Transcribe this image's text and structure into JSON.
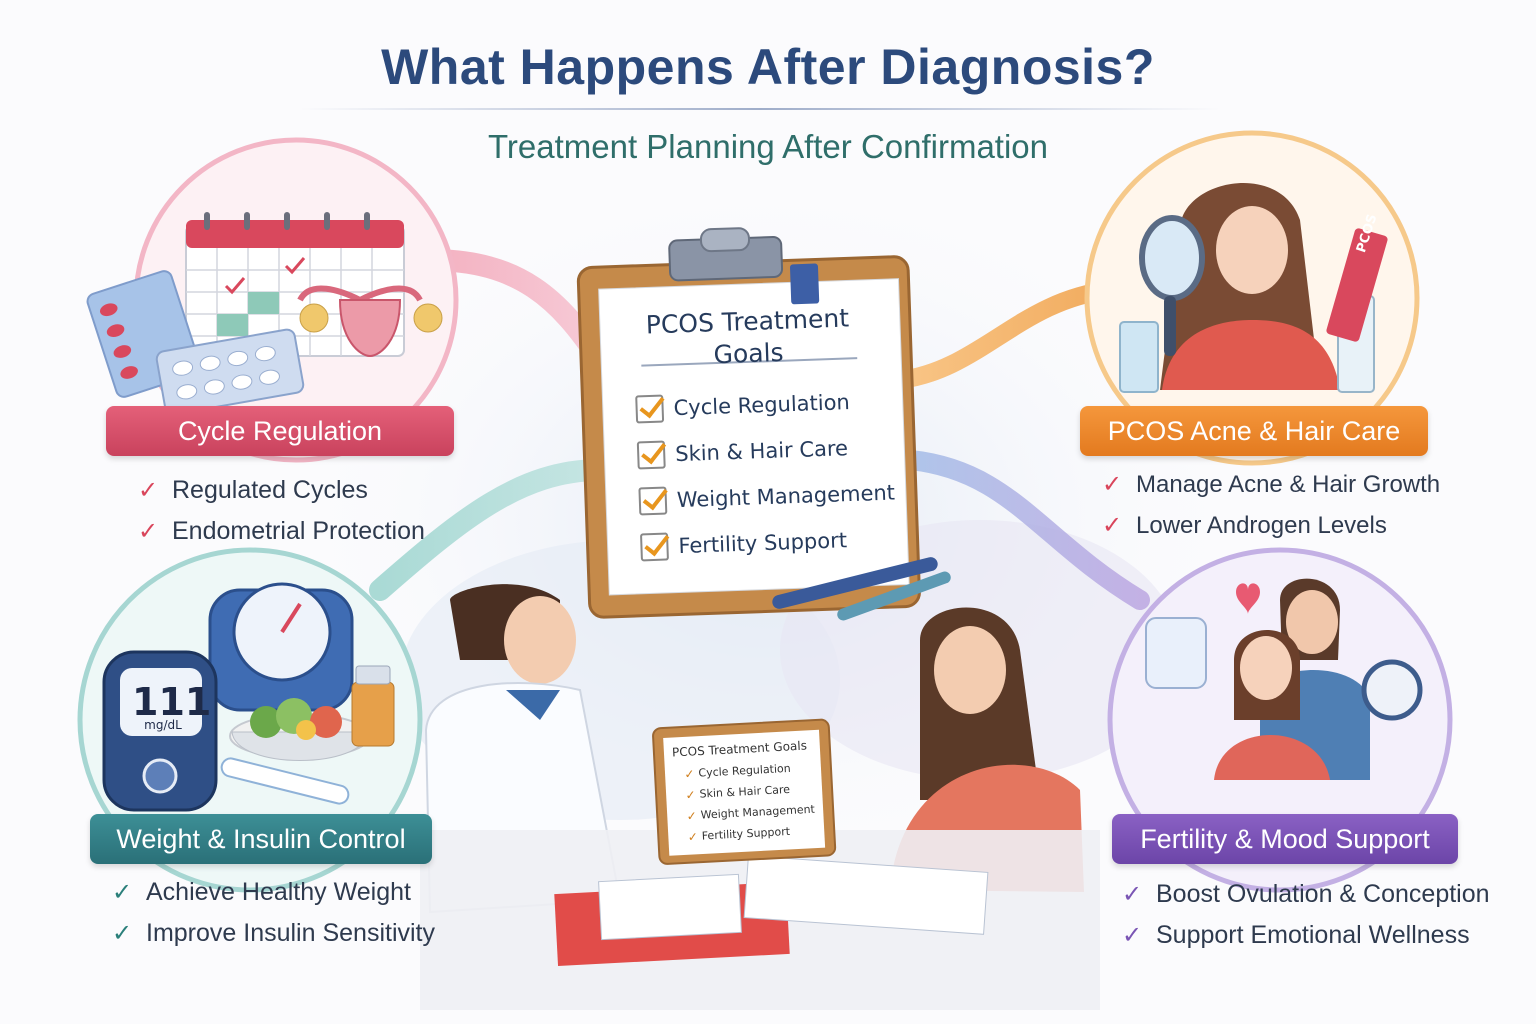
{
  "header": {
    "title": "What Happens After Diagnosis?",
    "subtitle": "Treatment Planning After Confirmation"
  },
  "clipboard": {
    "title_line1": "PCOS Treatment",
    "title_line2": "Goals",
    "items": [
      "Cycle Regulation",
      "Skin & Hair Care",
      "Weight Management",
      "Fertility Support"
    ]
  },
  "cycle": {
    "label": "Cycle Regulation",
    "points": [
      "Regulated Cycles",
      "Endometrial Protection"
    ]
  },
  "skin": {
    "label": "PCOS Acne & Hair Care",
    "points": [
      "Manage Acne & Hair Growth",
      "Lower Androgen Levels"
    ],
    "tube_text": "PCOS"
  },
  "weight": {
    "label": "Weight & Insulin Control",
    "points": [
      "Achieve Healthy Weight",
      "Improve Insulin Sensitivity"
    ],
    "glucose_value": "111",
    "glucose_unit": "mg/dL"
  },
  "fertility": {
    "label": "Fertility & Mood Support",
    "points": [
      "Boost Ovulation & Conception",
      "Support Emotional Wellness"
    ]
  },
  "mini_clipboard": {
    "title": "PCOS Treatment Goals",
    "items": [
      "Cycle Regulation",
      "Skin & Hair Care",
      "Weight Management",
      "Fertility Support"
    ]
  },
  "colors": {
    "title": "#2c4a7c",
    "subtitle": "#2f6e6a",
    "cycle": "#d94c66",
    "skin": "#ec8a2e",
    "weight": "#327e86",
    "fertility": "#7a55b4"
  }
}
